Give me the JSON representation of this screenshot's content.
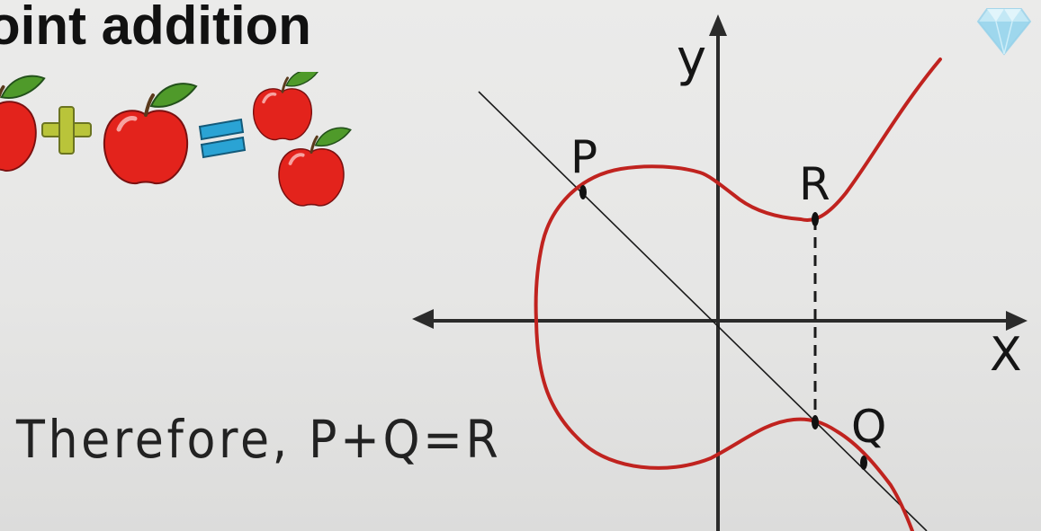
{
  "slide": {
    "title": "oint addition",
    "conclusion": "Therefore, P+Q=R"
  },
  "graph": {
    "x_axis_label": "X",
    "y_axis_label": "y",
    "points": [
      {
        "label": "P"
      },
      {
        "label": "Q"
      },
      {
        "label": "R"
      }
    ]
  },
  "colors": {
    "curve": "#c0231f",
    "apple": "#e3231c",
    "leaf": "#4f9a2a",
    "plus": "#b9c43a",
    "equals": "#2aa3d4",
    "background": "#e8e8e7"
  },
  "icons": [
    "apple-icon",
    "plus-icon",
    "equals-icon",
    "diamond-icon"
  ]
}
